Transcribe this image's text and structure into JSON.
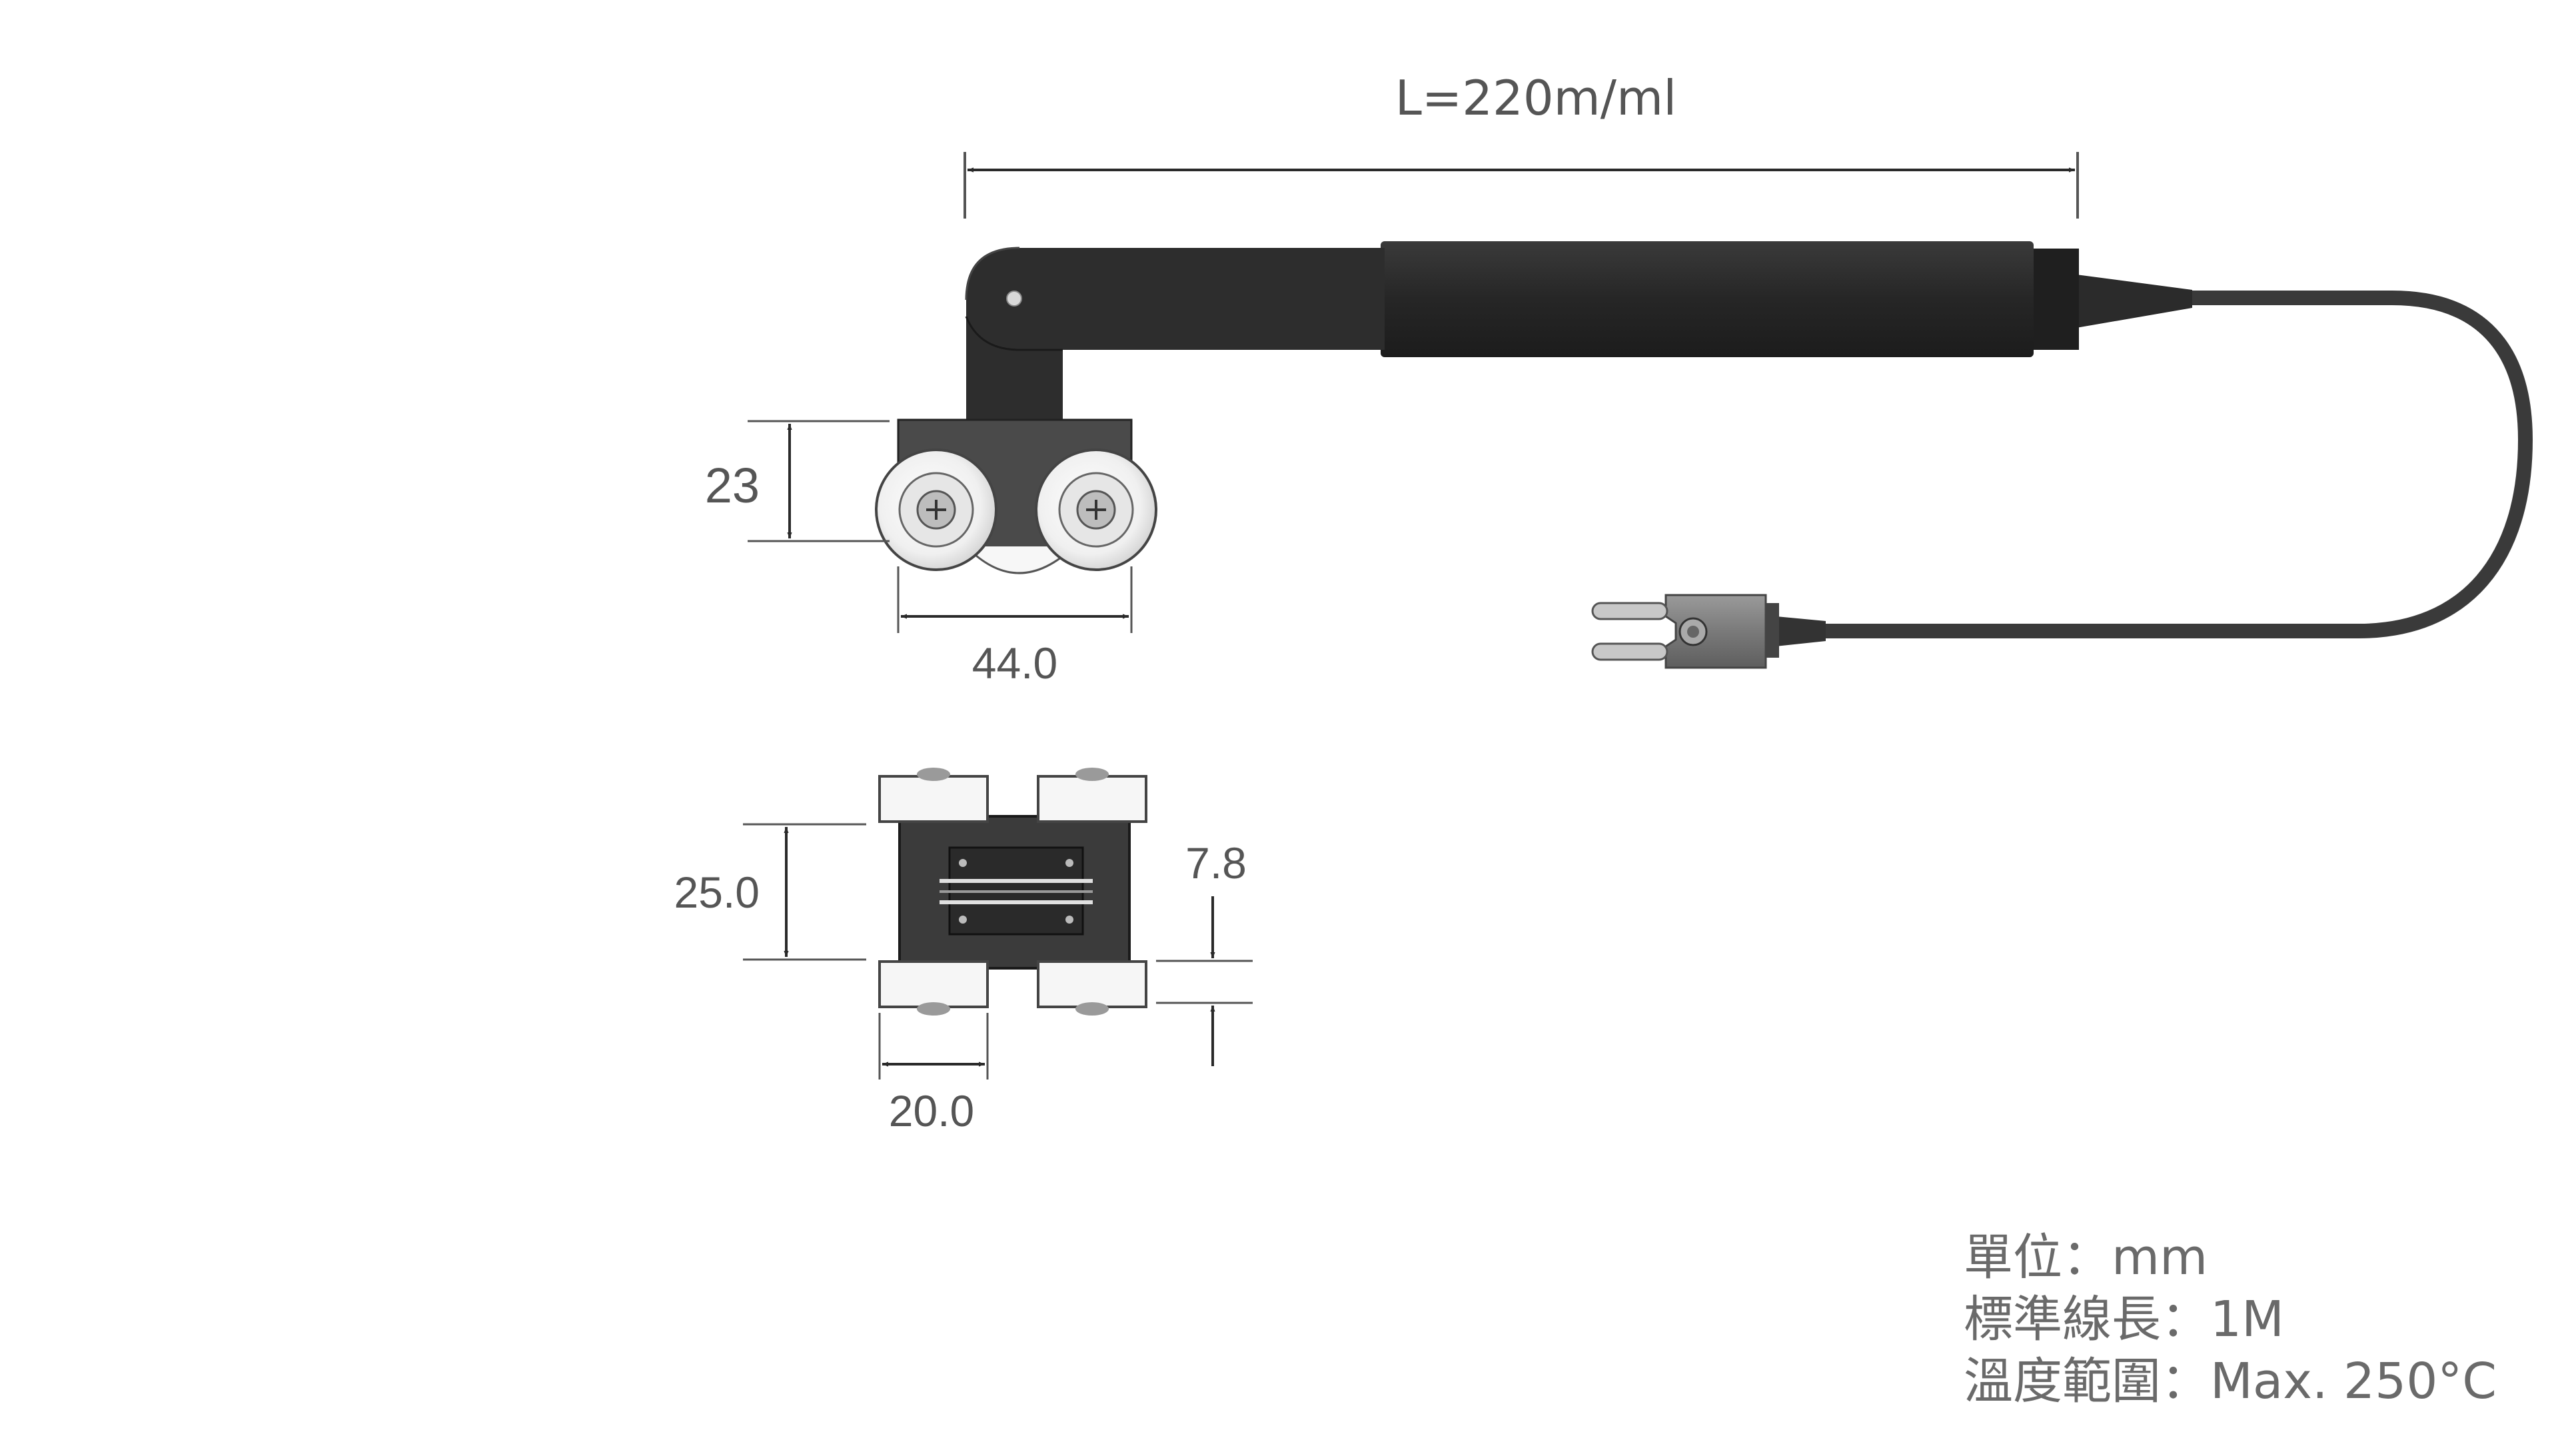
{
  "diagram": {
    "length_label": "L=220m/ml",
    "side_view": {
      "height_label": "23",
      "width_label": "44.0"
    },
    "bottom_view": {
      "height_label": "25.0",
      "width_label": "20.0",
      "gap_label": "7.8"
    }
  },
  "specs": [
    {
      "label": "單位",
      "separator": "：",
      "value": "mm"
    },
    {
      "label": "標準線長",
      "separator": "：",
      "value": "1M"
    },
    {
      "label": "溫度範圍",
      "separator": "：",
      "value": "Max. 250°C"
    }
  ],
  "colors": {
    "body": "#2d2d2d",
    "dimension_line": "#2a2a2a",
    "wheel_fill": "#f4f4f4",
    "text": "#555555"
  }
}
